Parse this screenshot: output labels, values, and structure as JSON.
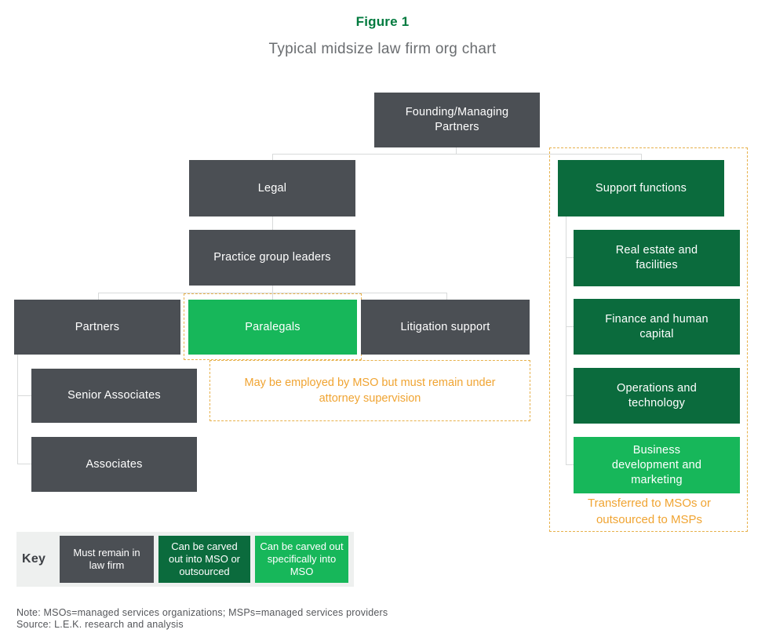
{
  "figure": {
    "label": "Figure 1",
    "title": "Typical midsize law firm org chart"
  },
  "colors": {
    "node_dark_gray": "#4b4f54",
    "node_dark_green": "#0b6b3d",
    "node_bright_green": "#17b75a",
    "annotation_orange": "#f0a432",
    "dashed_border": "#e7b14c",
    "connector_gray": "#d8dada",
    "figure_label_green": "#007a3e",
    "title_gray": "#6a6d70",
    "key_background": "#eef0ef"
  },
  "org": {
    "nodes": {
      "founding": "Founding/Managing Partners",
      "legal": "Legal",
      "practice_group_leaders": "Practice group leaders",
      "partners": "Partners",
      "paralegals": "Paralegals",
      "litigation_support": "Litigation support",
      "senior_associates": "Senior Associates",
      "associates": "Associates",
      "support_functions": "Support functions",
      "real_estate": "Real estate and facilities",
      "finance": "Finance and human capital",
      "operations": "Operations and technology",
      "business_development": "Business development and marketing"
    },
    "annotations": {
      "paralegals_note": "May be employed by MSO but must remain under attorney supervision",
      "support_note": "Transferred to MSOs or outsourced to MSPs"
    }
  },
  "key": {
    "label": "Key",
    "items": [
      {
        "label": "Must remain in law firm",
        "color": "#4b4f54"
      },
      {
        "label": "Can be carved out into MSO or outsourced",
        "color": "#0b6b3d"
      },
      {
        "label": "Can be carved out specifically into MSO",
        "color": "#17b75a"
      }
    ]
  },
  "footnotes": {
    "note": "Note: MSOs=managed services organizations; MSPs=managed services providers",
    "source": "Source: L.E.K. research and analysis"
  }
}
